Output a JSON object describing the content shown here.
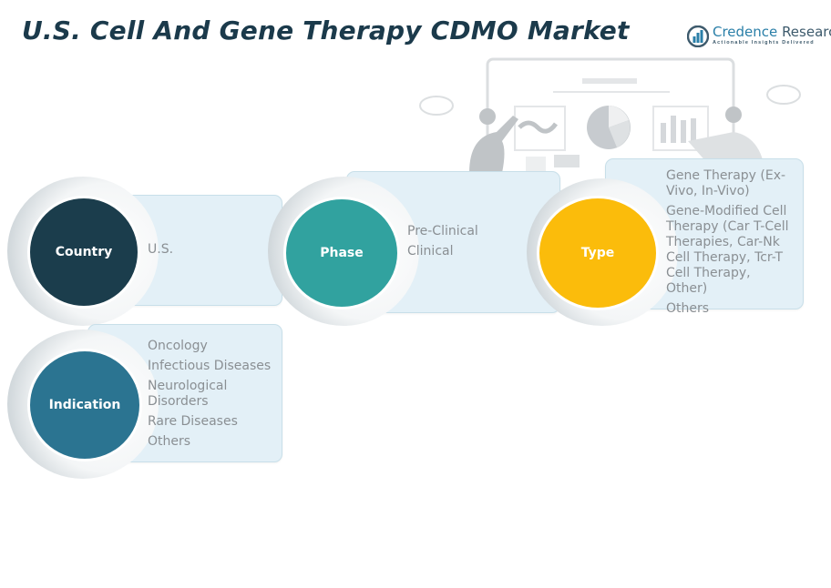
{
  "header": {
    "title": "U.S. Cell And Gene Therapy CDMO Market"
  },
  "logo": {
    "name_part1": "Credence",
    "name_part2": "Research",
    "tagline": "Actionable Insights Delivered",
    "icon": "bar-chart-logo-icon"
  },
  "illustration": {
    "description": "presenters-with-dashboard-illustration"
  },
  "segments": [
    {
      "label": "Country",
      "color": "#1b3d4c",
      "items": [
        "U.S."
      ]
    },
    {
      "label": "Phase",
      "color": "#31a29f",
      "items": [
        "Pre-Clinical",
        "Clinical"
      ]
    },
    {
      "label": "Type",
      "color": "#fbbc0b",
      "items": [
        "Gene Therapy (Ex-Vivo, In-Vivo)",
        "Gene-Modified Cell Therapy (Car T-Cell Therapies, Car-Nk Cell Therapy, Tcr-T Cell Therapy, Other)",
        "Others"
      ]
    },
    {
      "label": "Indication",
      "color": "#2b7491",
      "items": [
        "Oncology",
        "Infectious Diseases",
        "Neurological Disorders",
        "Rare Diseases",
        "Others"
      ]
    }
  ]
}
